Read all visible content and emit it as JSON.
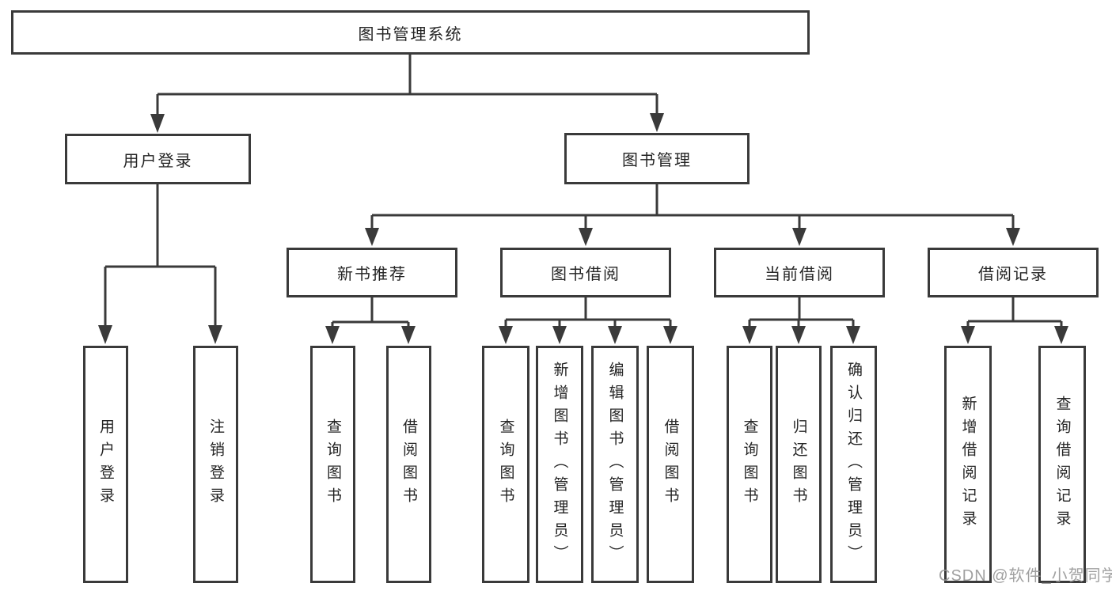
{
  "title": "图书管理系统",
  "branches": {
    "user_login": {
      "label": "用户登录",
      "children": [
        "用户登录",
        "注销登录"
      ]
    },
    "book_management": {
      "label": "图书管理"
    }
  },
  "modules": [
    {
      "label": "新书推荐",
      "children": [
        "查询图书",
        "借阅图书"
      ]
    },
    {
      "label": "图书借阅",
      "children": [
        "查询图书",
        "新增图书（管理员）",
        "编辑图书（管理员）",
        "借阅图书"
      ]
    },
    {
      "label": "当前借阅",
      "children": [
        "查询图书",
        "归还图书",
        "确认归还（管理员）"
      ]
    },
    {
      "label": "借阅记录",
      "children": [
        "新增借阅记录",
        "查询借阅记录"
      ]
    }
  ],
  "watermark": "CSDN @软件_小贺同学",
  "colors": {
    "line": "#3a3a3a",
    "box_border": "#3a3a3a",
    "text": "#242424",
    "watermark": "#969696",
    "background": "#ffffff"
  }
}
